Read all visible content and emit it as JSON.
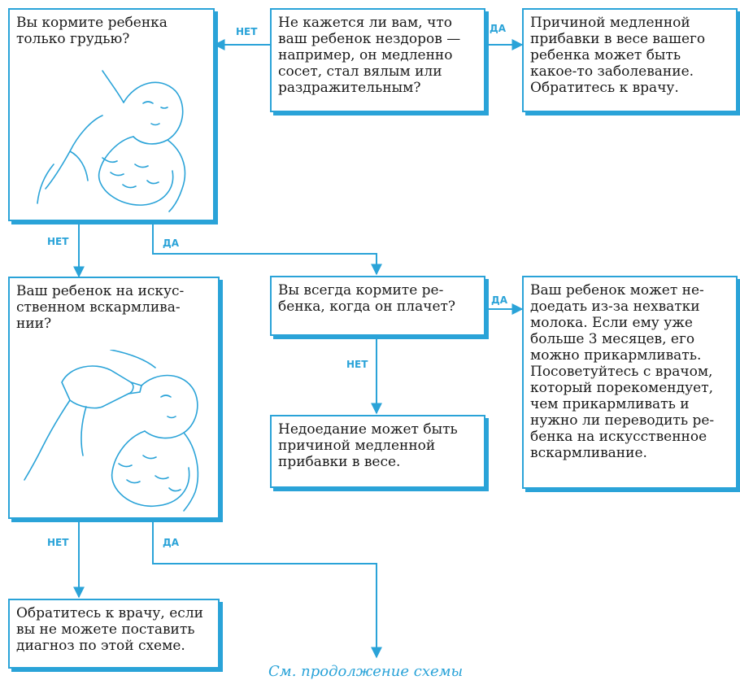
{
  "colors": {
    "accent": "#2aa3d8",
    "text": "#1a1a1a",
    "background": "#ffffff"
  },
  "boxes": {
    "breastfeed": "Вы кормите ребенка\nтолько грудью?",
    "sick": "Не кажется ли вам, что\nваш ребенок нездоров —\nнапример, он медленно\nсосет, стал вялым или\nраздражительным?",
    "illness_cause": "Причиной медленной\nприбавки в весе вашего\nребенка может быть\nкакое-то заболевание.\nОбратитесь к врачу.",
    "formula": "Ваш ребенок на искус-\nственном вскармлива-\nнии?",
    "feed_on_cry": "Вы всегда кормите ре-\nбенка, когда он плачет?",
    "underfeed_milk": "Ваш ребенок может не-\nдоедать из-за нехватки\nмолока. Если ему уже\nбольше 3 месяцев, его\nможно прикармливать.\nПосоветуйтесь с врачом,\nкоторый порекомендует,\nчем прикармливать и\nнужно ли переводить ре-\nбенка на искусственное\nвскармливание.",
    "underfeeding": "Недоедание может быть\nпричиной медленной\nприбавки в весе.",
    "see_doctor": "Обратитесь к врачу, если\nвы не можете поставить\nдиагноз по этой схеме."
  },
  "labels": {
    "yes": "ДА",
    "no": "НЕТ"
  },
  "footer": "См. продолжение схемы",
  "illustrations": {
    "breastfeeding": "breastfeeding-illustration",
    "bottle_feeding": "bottle-feeding-illustration"
  }
}
